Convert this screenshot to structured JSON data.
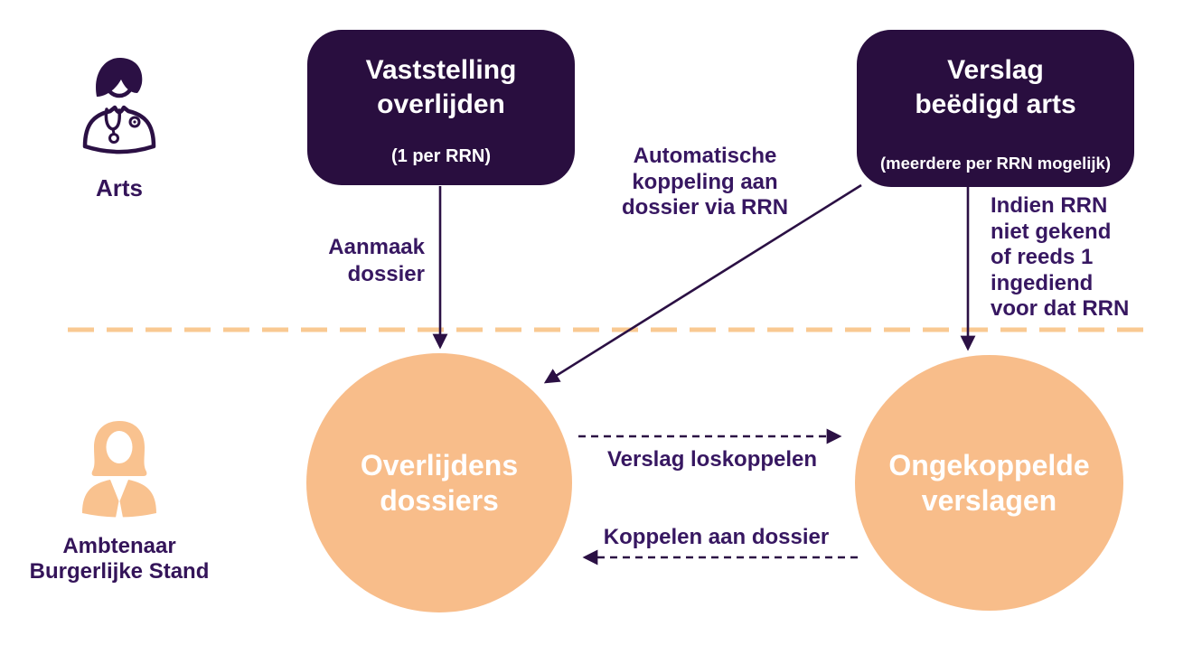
{
  "diagram": {
    "actors": {
      "arts": {
        "label": "Arts",
        "icon": "doctor-icon"
      },
      "ambtenaar": {
        "label_line1": "Ambtenaar",
        "label_line2": "Burgerlijke Stand",
        "icon": "woman-icon"
      }
    },
    "boxes": {
      "vaststelling": {
        "title_line1": "Vaststelling",
        "title_line2": "overlijden",
        "subtitle": "(1 per RRN)"
      },
      "verslag": {
        "title_line1": "Verslag",
        "title_line2": "beëdigd arts",
        "subtitle": "(meerdere per RRN mogelijk)"
      }
    },
    "circles": {
      "dossiers": {
        "line1": "Overlijdens",
        "line2": "dossiers"
      },
      "verslagen": {
        "line1": "Ongekoppelde",
        "line2": "verslagen"
      }
    },
    "edges": {
      "aanmaak": {
        "line1": "Aanmaak",
        "line2": "dossier"
      },
      "automatisch": {
        "line1": "Automatische",
        "line2": "koppeling aan",
        "line3": "dossier via RRN"
      },
      "indien": {
        "line1": "Indien RRN",
        "line2": "niet gekend",
        "line3": "of reeds 1",
        "line4": "ingediend",
        "line5": "voor dat RRN"
      },
      "loskoppelen": {
        "label": "Verslag loskoppelen"
      },
      "koppelen": {
        "label": "Koppelen aan dossier"
      }
    },
    "colors": {
      "box_background": "#290E3F",
      "arrow_purple": "#2B1044",
      "label_text": "#371761",
      "circle_orange": "#F8BD8A",
      "divider_orange": "#F9C992",
      "circle_text": "#FFFFFF"
    }
  }
}
